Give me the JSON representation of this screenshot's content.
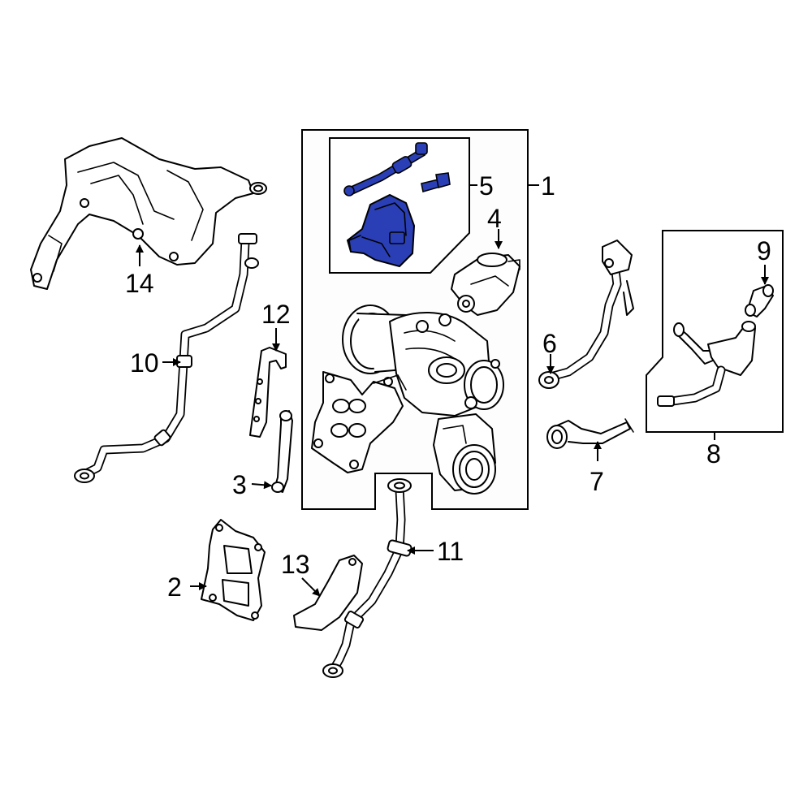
{
  "diagram": {
    "highlight_color": "#2a3fb5",
    "callouts": [
      {
        "id": "1",
        "label": "1"
      },
      {
        "id": "2",
        "label": "2"
      },
      {
        "id": "3",
        "label": "3"
      },
      {
        "id": "4",
        "label": "4"
      },
      {
        "id": "5",
        "label": "5"
      },
      {
        "id": "6",
        "label": "6"
      },
      {
        "id": "7",
        "label": "7"
      },
      {
        "id": "8",
        "label": "8"
      },
      {
        "id": "9",
        "label": "9"
      },
      {
        "id": "10",
        "label": "10"
      },
      {
        "id": "11",
        "label": "11"
      },
      {
        "id": "12",
        "label": "12"
      },
      {
        "id": "13",
        "label": "13"
      },
      {
        "id": "14",
        "label": "14"
      }
    ]
  }
}
